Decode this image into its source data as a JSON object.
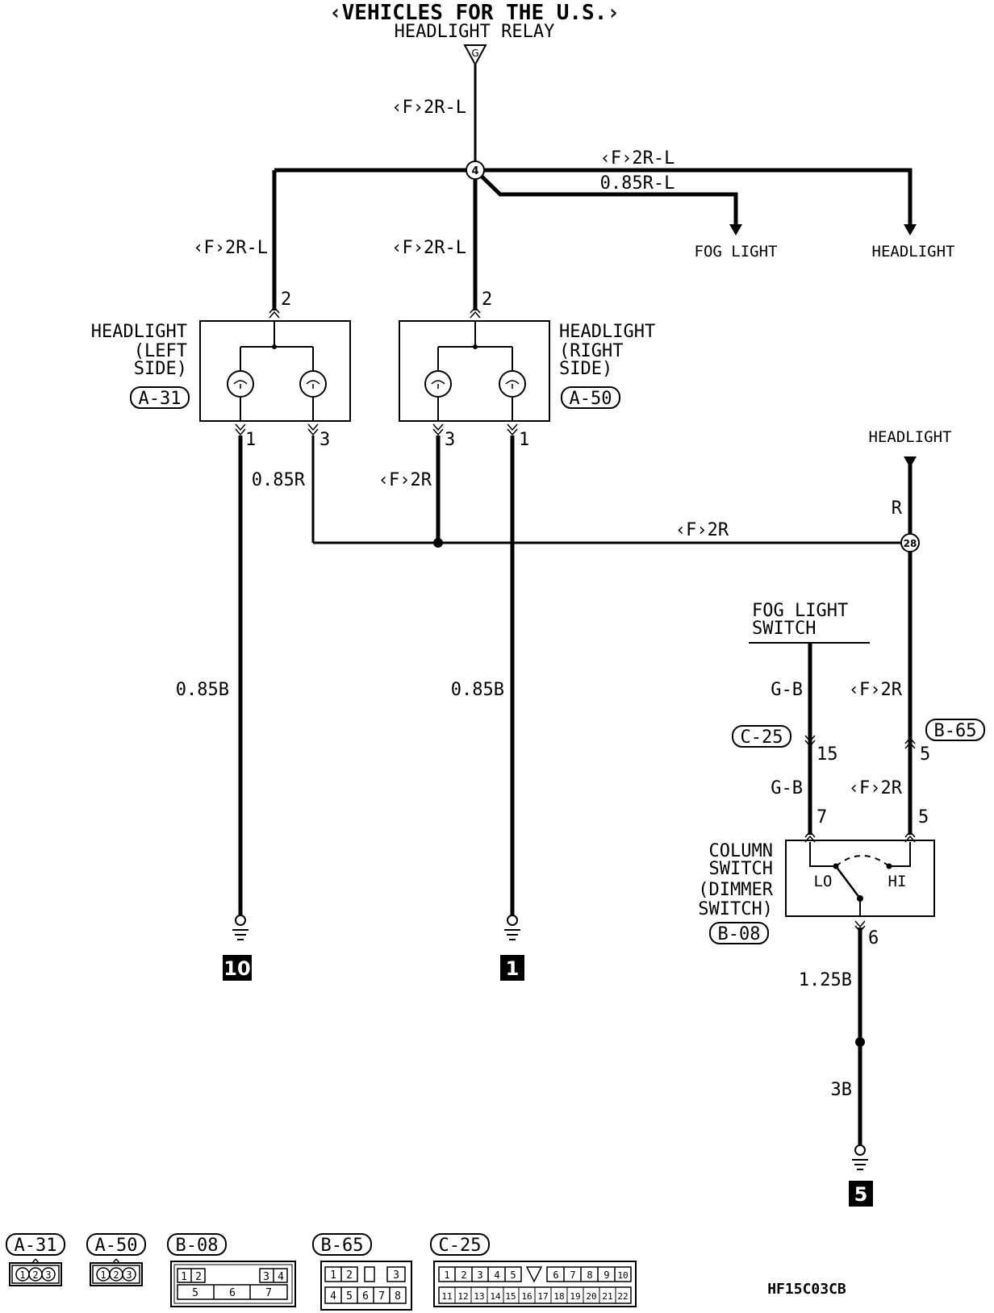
{
  "title": "‹VEHICLES FOR THE U.S.›",
  "relay_label": "HEADLIGHT RELAY",
  "relay_terminal": "G",
  "splice_4": "4",
  "splice_28": "28",
  "wires": {
    "relay_down": "‹F›2R-L",
    "top_right": "‹F›2R-L",
    "fog_branch": "0.85R-L",
    "left_drop": "‹F›2R-L",
    "mid_drop": "‹F›2R-L",
    "left_pin3": "0.85R",
    "right_pin3": "‹F›2R",
    "horizontal_R": "‹F›2R",
    "headlight_in": "R",
    "left_ground": "0.85B",
    "right_ground": "0.85B",
    "fog_sw_wire": "G-B",
    "fog_sw_wire2": "G-B",
    "hi_wire": "‹F›2R",
    "hi_wire2": "‹F›2R",
    "dimmer_out": "1.25B",
    "ground_5_wire": "3B"
  },
  "outputs": {
    "fog_light": "FOG LIGHT",
    "headlight_top": "HEADLIGHT",
    "headlight_in": "HEADLIGHT"
  },
  "headlight_left": {
    "name1": "HEADLIGHT",
    "name2": "(LEFT",
    "name3": "SIDE)",
    "connector": "A-31",
    "pin_top": "2",
    "pin_a": "1",
    "pin_b": "3"
  },
  "headlight_right": {
    "name1": "HEADLIGHT",
    "name2": "(RIGHT",
    "name3": "SIDE)",
    "connector": "A-50",
    "pin_top": "2",
    "pin_a": "3",
    "pin_b": "1"
  },
  "fog_switch": {
    "name1": "FOG LIGHT",
    "name2": "SWITCH"
  },
  "connectors": {
    "c25": "C-25",
    "c25_pin": "15",
    "b65": "B-65",
    "b65_pin": "5"
  },
  "column_switch": {
    "name1": "COLUMN",
    "name2": "SWITCH",
    "name3": "(DIMMER",
    "name4": "SWITCH)",
    "connector": "B-08",
    "pin_lo": "7",
    "pin_hi": "5",
    "pin_out": "6",
    "lo": "LO",
    "hi": "HI"
  },
  "grounds": {
    "left": "10",
    "right": "1",
    "bottom": "5"
  },
  "legend": {
    "a31": "A-31",
    "a50": "A-50",
    "b08": "B-08",
    "b65": "B-65",
    "c25": "C-25",
    "three_pin": [
      "1",
      "2",
      "3"
    ],
    "b08_top": [
      "1",
      "2",
      "3",
      "4"
    ],
    "b08_bottom": [
      "5",
      "6",
      "7"
    ],
    "b65_top": [
      "1",
      "2",
      "3"
    ],
    "b65_bottom": [
      "4",
      "5",
      "6",
      "7",
      "8"
    ],
    "c25_top": [
      "1",
      "2",
      "3",
      "4",
      "5",
      "6",
      "7",
      "8",
      "9",
      "10"
    ],
    "c25_bottom": [
      "11",
      "12",
      "13",
      "14",
      "15",
      "16",
      "17",
      "18",
      "19",
      "20",
      "21",
      "22"
    ]
  },
  "figure_code": "HF15C03CB"
}
